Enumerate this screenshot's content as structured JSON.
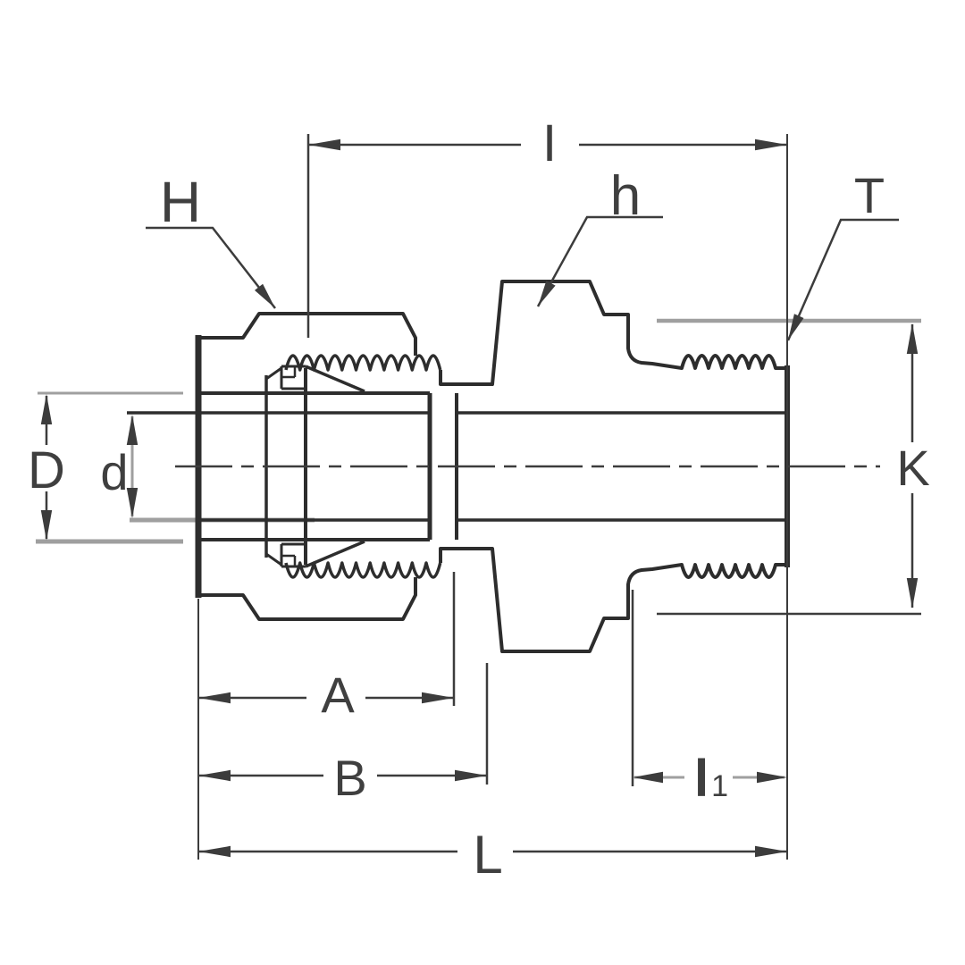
{
  "drawing": {
    "title": "male-connector-tube-fitting-cross-section",
    "labels": {
      "overall_i": "I",
      "nut_h": "H",
      "hex_h": "h",
      "thread_t": "T",
      "tube_od_d": "D",
      "tube_id_d": "d",
      "across_flats_k": "K",
      "dim_a": "A",
      "dim_b": "B",
      "thread_len_l": "l",
      "thread_len_sub": "1",
      "overall_l": "L"
    },
    "colors": {
      "outline": "#2d2d2d",
      "dimension": "#3c3c3c",
      "extension_grey": "#9f9f9f",
      "label": "#3f3f3f",
      "background": "#ffffff"
    }
  }
}
